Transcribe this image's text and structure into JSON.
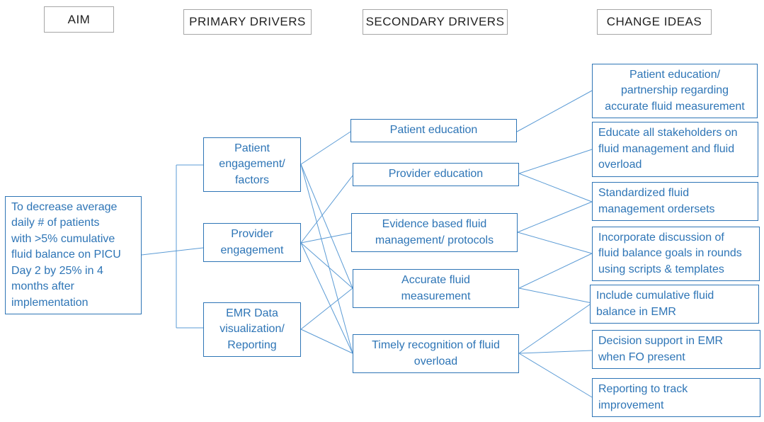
{
  "headers": {
    "aim": "AIM",
    "primary": "PRIMARY DRIVERS",
    "secondary": "SECONDARY DRIVERS",
    "change": "CHANGE IDEAS"
  },
  "aim": {
    "text": "To decrease average\ndaily # of patients\nwith >5% cumulative\nfluid balance on PICU\nDay 2 by 25% in 4\nmonths after\nimplementation"
  },
  "primary_drivers": [
    "Patient\nengagement/\nfactors",
    "Provider\nengagement",
    "EMR Data\nvisualization/\nReporting"
  ],
  "secondary_drivers": [
    "Patient education",
    "Provider education",
    "Evidence based fluid\nmanagement/ protocols",
    "Accurate fluid\nmeasurement",
    "Timely recognition of fluid\noverload"
  ],
  "change_ideas": [
    "Patient education/\npartnership regarding\naccurate fluid measurement",
    "Educate all stakeholders on\nfluid management and fluid\noverload",
    "Standardized fluid\nmanagement ordersets",
    "Incorporate discussion of\nfluid balance goals in rounds\nusing scripts & templates",
    "Include cumulative fluid\nbalance in EMR",
    "Decision support in EMR\nwhen FO present",
    "Reporting to track\nimprovement"
  ],
  "colors": {
    "accent": "#2e75b6",
    "header_border": "#a6a6a6"
  }
}
